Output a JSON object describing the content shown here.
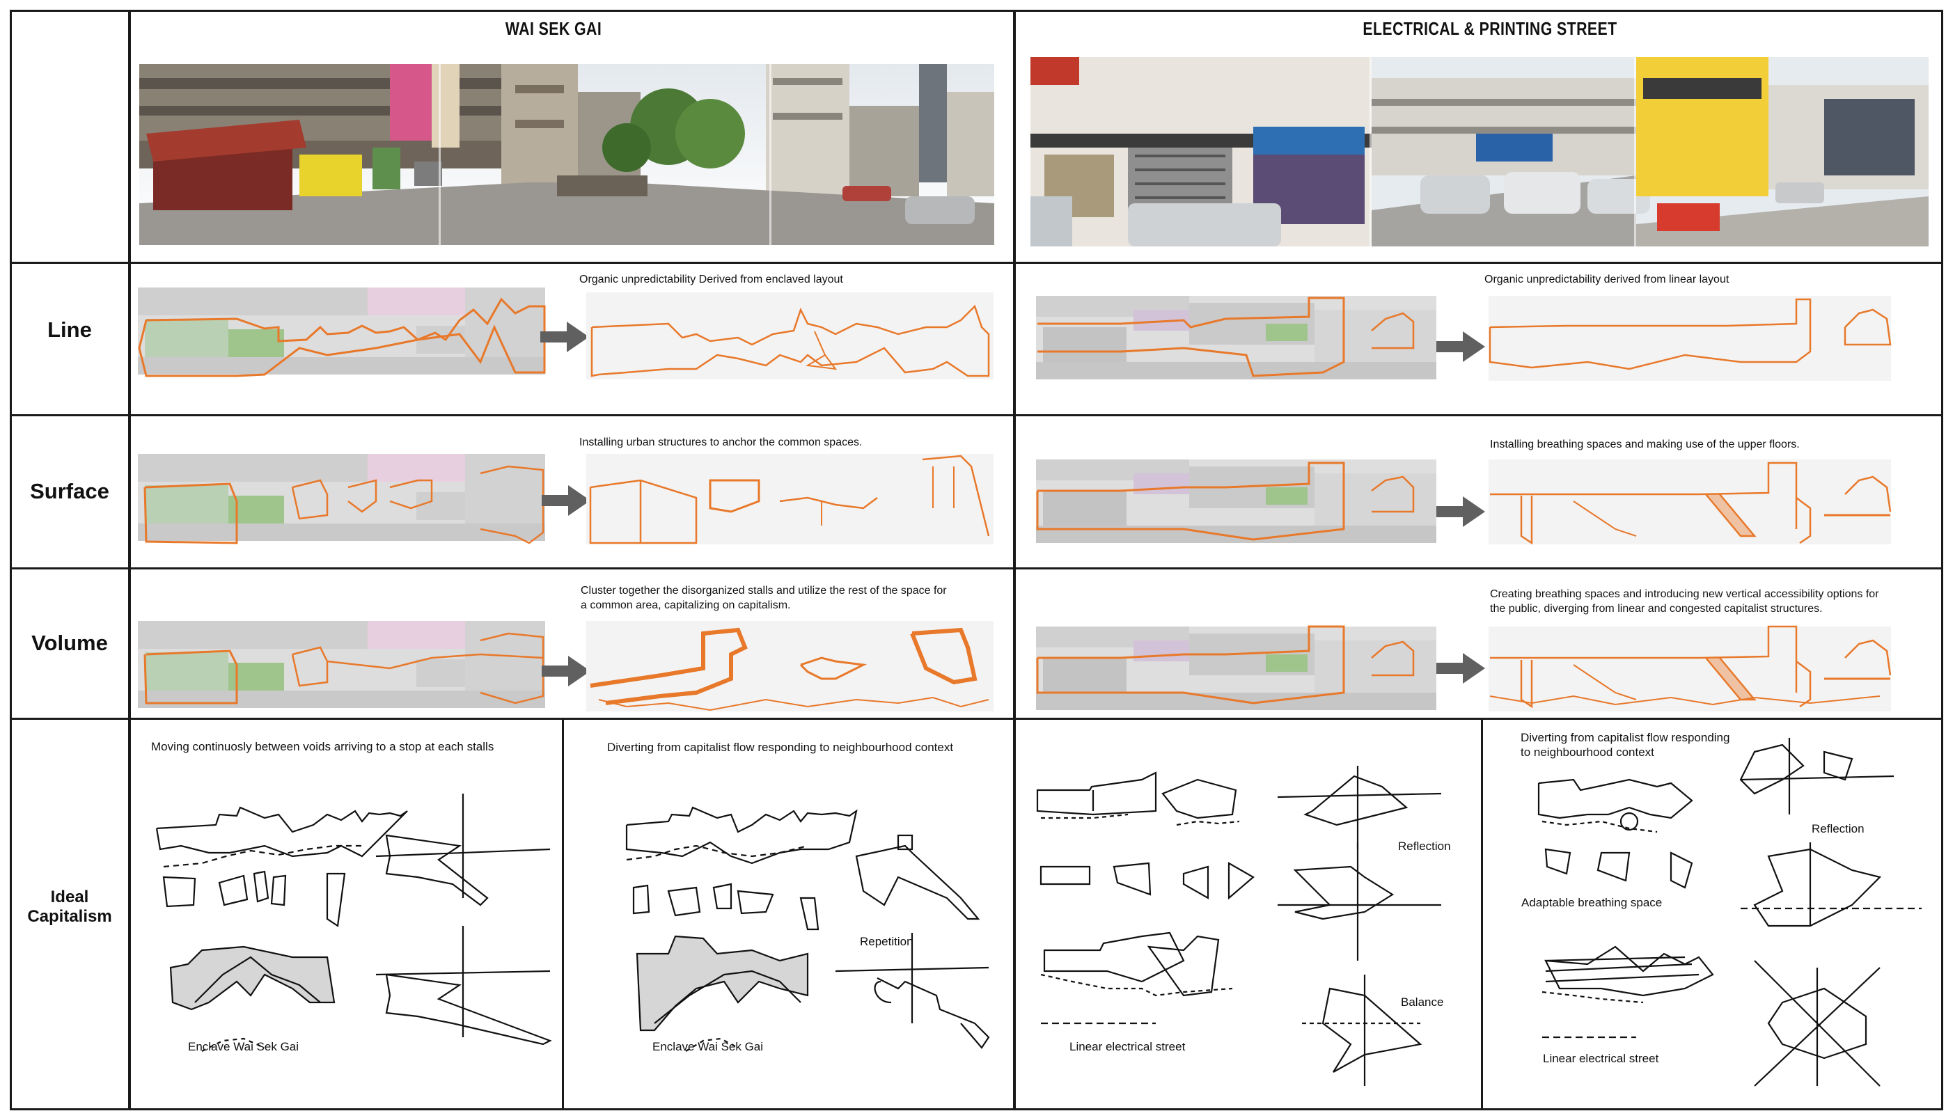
{
  "columns": {
    "left_title": "WAI SEK GAI",
    "right_title": "ELECTRICAL & PRINTING STREET"
  },
  "rows": {
    "line": "Line",
    "surface": "Surface",
    "volume": "Volume",
    "ideal_1": "Ideal",
    "ideal_2": "Capitalism"
  },
  "captions": {
    "line_left": "Organic unpredictability Derived from enclaved layout",
    "line_right": "Organic unpredictability derived from linear layout",
    "surface_left": "Installing urban structures to anchor the common spaces.",
    "surface_right": "Installing breathing spaces and making use of the upper floors.",
    "volume_left_1": "Cluster together the disorganized stalls and utilize the rest of the space for",
    "volume_left_2": "a common area, capitalizing on capitalism.",
    "volume_right_1": "Creating breathing spaces and introducing new vertical accessibility options for",
    "volume_right_2": "the public, diverging from linear and congested capitalist structures."
  },
  "ideal": {
    "p1_caption": "Moving continuosly between voids arriving to a stop at each stalls",
    "p1_label": "Enclave Wai Sek Gai",
    "p2_caption": "Diverting from capitalist flow responding to neighbourhood context",
    "p2_label": "Enclave Wai Sek Gai",
    "p2_repetition": "Repetition",
    "p3_reflection": "Reflection",
    "p3_balance": "Balance",
    "p3_label": "Linear electrical street",
    "p4_caption_1": "Diverting  from  capitalist flow  responding",
    "p4_caption_2": "to neighbourhood context",
    "p4_reflection": "Reflection",
    "p4_breathing": "Adaptable breathing space",
    "p4_label": "Linear electrical street"
  },
  "colors": {
    "orange": "#e8782a",
    "grid": "#1a1a1a",
    "arrow": "#606060",
    "faded_photo": "#d6d6d6"
  }
}
